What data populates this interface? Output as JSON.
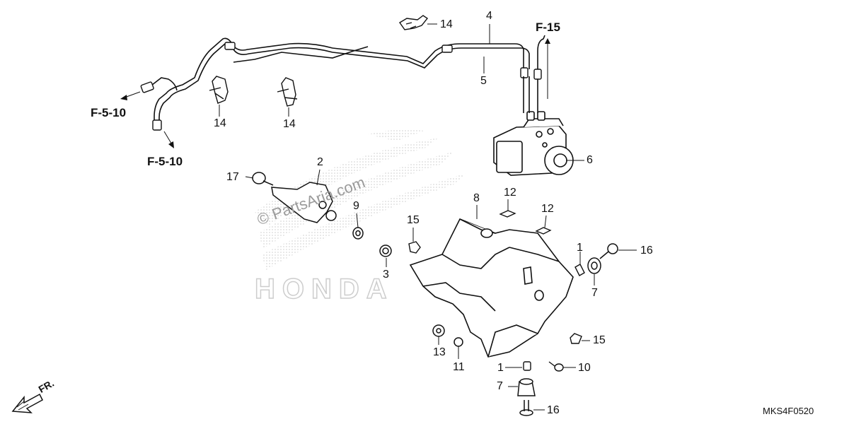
{
  "diagram": {
    "code": "MKS4F0520",
    "front_label": "FR.",
    "watermark": "© PartsAria.com",
    "background_logo": "HONDA",
    "references": {
      "f15": "F-15",
      "f510_a": "F-5-10",
      "f510_b": "F-5-10"
    },
    "callouts": {
      "c14_top": "14",
      "c4": "4",
      "c5": "5",
      "c14_left": "14",
      "c14_mid": "14",
      "c6": "6",
      "c17": "17",
      "c2": "2",
      "c9": "9",
      "c3": "3",
      "c15_left": "15",
      "c8": "8",
      "c12_a": "12",
      "c12_b": "12",
      "c1_right": "1",
      "c16_right": "16",
      "c7_right": "7",
      "c15_right": "15",
      "c13": "13",
      "c11": "11",
      "c1_bottom": "1",
      "c10": "10",
      "c7_bottom": "7",
      "c16_bottom": "16"
    }
  }
}
